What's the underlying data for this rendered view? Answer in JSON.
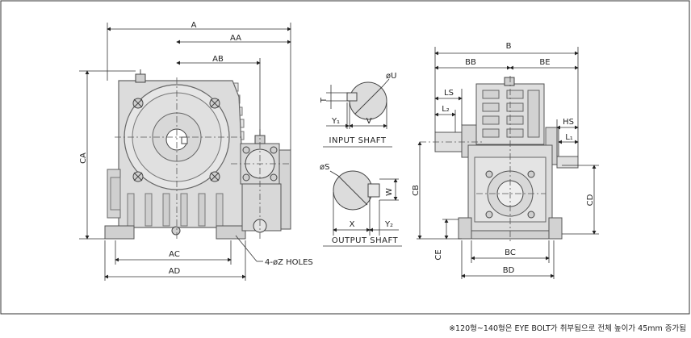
{
  "dimensions": {
    "A": "A",
    "AA": "AA",
    "AB": "AB",
    "CA": "CA",
    "AC": "AC",
    "AD": "AD",
    "holes": "4-øZ HOLES",
    "U": "øU",
    "T": "T",
    "Y1": "Y₁",
    "V": "V",
    "S": "øS",
    "W": "W",
    "X": "X",
    "Y2": "Y₂",
    "B": "B",
    "BB": "BB",
    "BE": "BE",
    "LS": "LS",
    "L2": "L₂",
    "HS": "HS",
    "L1": "L₁",
    "CB": "CB",
    "CD": "CD",
    "CE": "CE",
    "BC": "BC",
    "BD": "BD"
  },
  "labels": {
    "input_shaft": "INPUT SHAFT",
    "output_shaft": "OUTPUT SHAFT"
  },
  "footnote": "※120형~140형은 EYE BOLT가 취부됨으로 전체 높이가 45mm 증가됨"
}
